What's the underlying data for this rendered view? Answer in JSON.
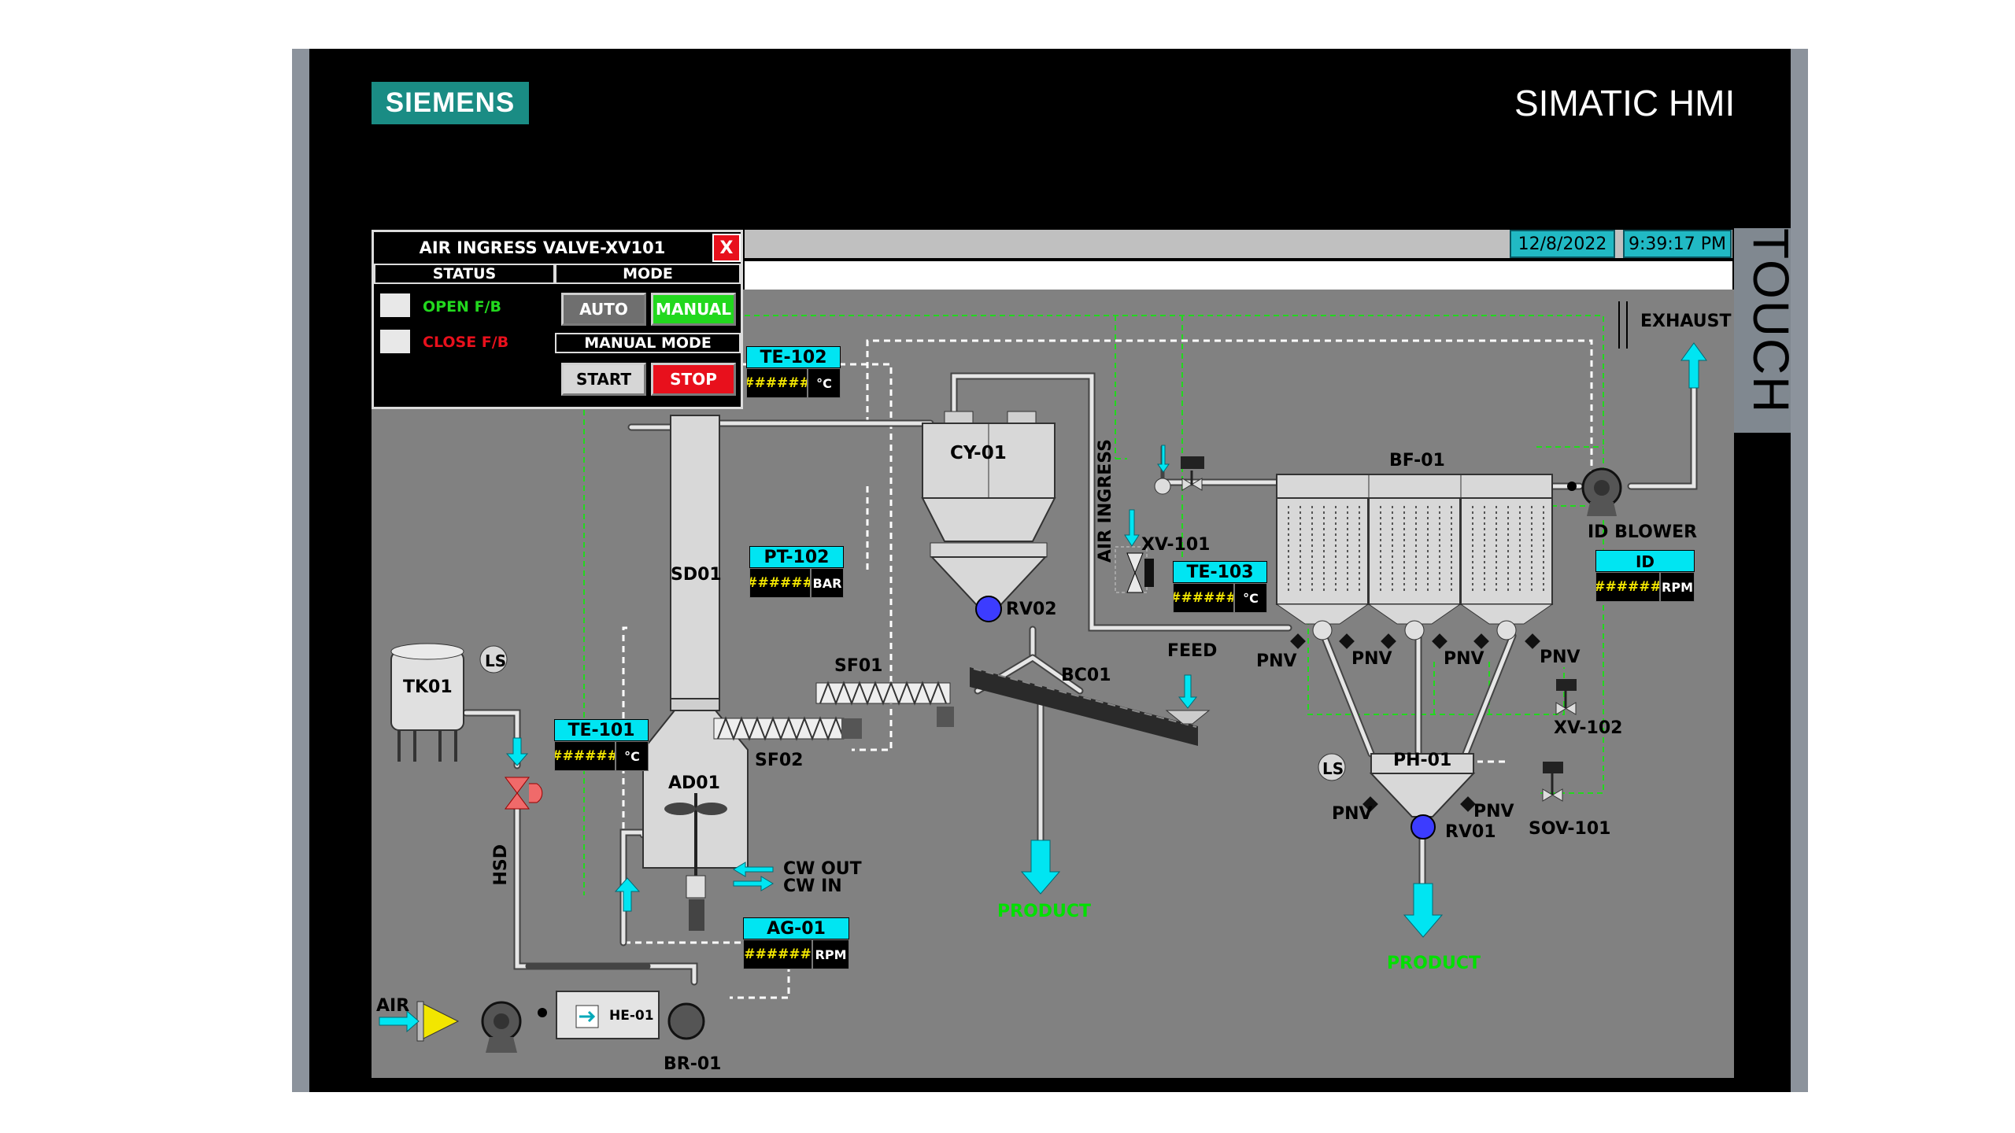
{
  "header": {
    "brand": "SIEMENS",
    "title": "SIMATIC HMI",
    "side_label": "TOUCH",
    "date": "12/8/2022",
    "time": "9:39:17 PM"
  },
  "faceplate": {
    "title": "AIR INGRESS VALVE-XV101",
    "close": "X",
    "status_header": "STATUS",
    "mode_header": "MODE",
    "open_fb": "OPEN F/B",
    "close_fb": "CLOSE F/B",
    "auto": "AUTO",
    "manual": "MANUAL",
    "manual_mode_header": "MANUAL MODE",
    "start": "START",
    "stop": "STOP"
  },
  "tags": {
    "te102": {
      "name": "TE-102",
      "value": "######",
      "unit": "°C"
    },
    "pt102": {
      "name": "PT-102",
      "value": "######",
      "unit": "BAR"
    },
    "te103": {
      "name": "TE-103",
      "value": "######",
      "unit": "°C"
    },
    "te101": {
      "name": "TE-101",
      "value": "######",
      "unit": "°C"
    },
    "ag01": {
      "name": "AG-01",
      "value": "######",
      "unit": "RPM"
    },
    "idblower": {
      "name": "ID BLOWER",
      "value": "######",
      "unit": "RPM"
    }
  },
  "labels": {
    "cy01": "CY-01",
    "sd01": "SD01",
    "rv02": "RV02",
    "sf01": "SF01",
    "bc01": "BC01",
    "sf02": "SF02",
    "ad01": "AD01",
    "tk01": "TK01",
    "ls": "LS",
    "hsd": "HSD",
    "cw_out": "CW OUT",
    "cw_in": "CW IN",
    "air": "AIR",
    "he01": "HE-01",
    "br01": "BR-01",
    "product": "PRODUCT",
    "air_ingress": "AIR INGRESS",
    "xv101": "XV-101",
    "feed": "FEED",
    "bf01": "BF-01",
    "exhaust": "EXHAUST",
    "id_blower": "ID BLOWER",
    "pnv": "PNV",
    "xv102": "XV-102",
    "ph01": "PH-01",
    "rv01": "RV01",
    "sov101": "SOV-101"
  },
  "colors": {
    "process_bg": "#818181",
    "tag_header": "#00e5f2",
    "value_text": "#f2e600",
    "manual_active": "#22d81e",
    "stop": "#e8101c",
    "status_open": "#22d81e",
    "status_close": "#e8101c",
    "signal_line": "#22d81e",
    "flow_arrow": "#00e5f2"
  }
}
